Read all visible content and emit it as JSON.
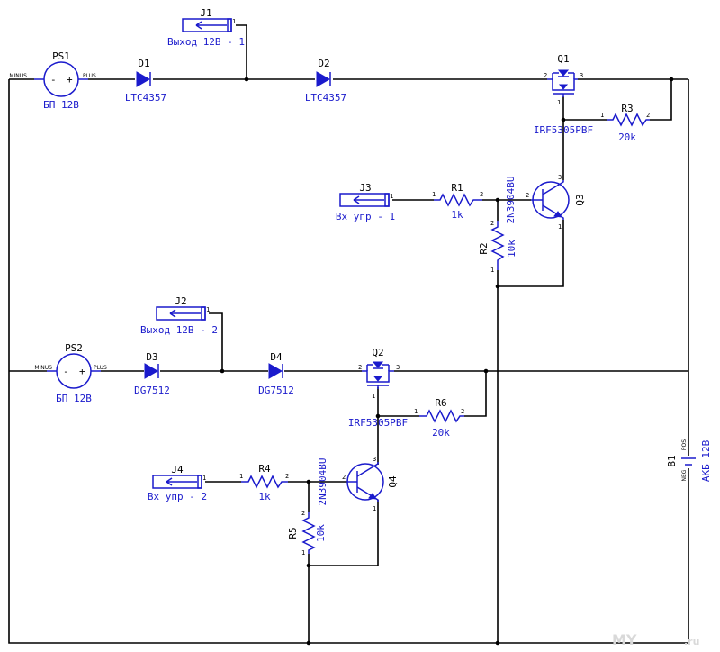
{
  "components": {
    "ps1": {
      "ref": "PS1",
      "value": "БП 12В",
      "minus": "MINUS",
      "plus": "PLUS",
      "sign_minus": "-",
      "sign_plus": "+"
    },
    "ps2": {
      "ref": "PS2",
      "value": "БП 12В",
      "minus": "MINUS",
      "plus": "PLUS",
      "sign_minus": "-",
      "sign_plus": "+"
    },
    "d1": {
      "ref": "D1",
      "value": "LTC4357"
    },
    "d2": {
      "ref": "D2",
      "value": "LTC4357"
    },
    "d3": {
      "ref": "D3",
      "value": "DG7512"
    },
    "d4": {
      "ref": "D4",
      "value": "DG7512"
    },
    "j1": {
      "ref": "J1",
      "value": "Выход 12В - 1",
      "pin": "1"
    },
    "j2": {
      "ref": "J2",
      "value": "Выход 12В - 2",
      "pin": "1"
    },
    "j3": {
      "ref": "J3",
      "value": "Вх упр - 1",
      "pin": "1"
    },
    "j4": {
      "ref": "J4",
      "value": "Вх упр - 2",
      "pin": "1"
    },
    "q1": {
      "ref": "Q1",
      "value": "IRF5305PBF",
      "pin1": "1",
      "pin2": "2",
      "pin3": "3"
    },
    "q2": {
      "ref": "Q2",
      "value": "IRF5305PBF",
      "pin1": "1",
      "pin2": "2",
      "pin3": "3"
    },
    "q3": {
      "ref": "Q3",
      "value": "2N3904BU",
      "pin1": "1",
      "pin2": "2",
      "pin3": "3"
    },
    "q4": {
      "ref": "Q4",
      "value": "2N3904BU",
      "pin1": "1",
      "pin2": "2",
      "pin3": "3"
    },
    "r1": {
      "ref": "R1",
      "value": "1k",
      "pin1": "1",
      "pin2": "2"
    },
    "r2": {
      "ref": "R2",
      "value": "10k",
      "pin1": "1",
      "pin2": "2"
    },
    "r3": {
      "ref": "R3",
      "value": "20k",
      "pin1": "1",
      "pin2": "2"
    },
    "r4": {
      "ref": "R4",
      "value": "1k",
      "pin1": "1",
      "pin2": "2"
    },
    "r5": {
      "ref": "R5",
      "value": "10k",
      "pin1": "1",
      "pin2": "2"
    },
    "r6": {
      "ref": "R6",
      "value": "20k",
      "pin1": "1",
      "pin2": "2"
    },
    "b1": {
      "ref": "B1",
      "value": "АКБ 12В",
      "pos": "POS",
      "neg": "NEG"
    }
  },
  "watermark": "MY",
  "watermark_suffix": ".ru",
  "colors": {
    "symbol": "#1a1acc",
    "wire": "#000000"
  }
}
